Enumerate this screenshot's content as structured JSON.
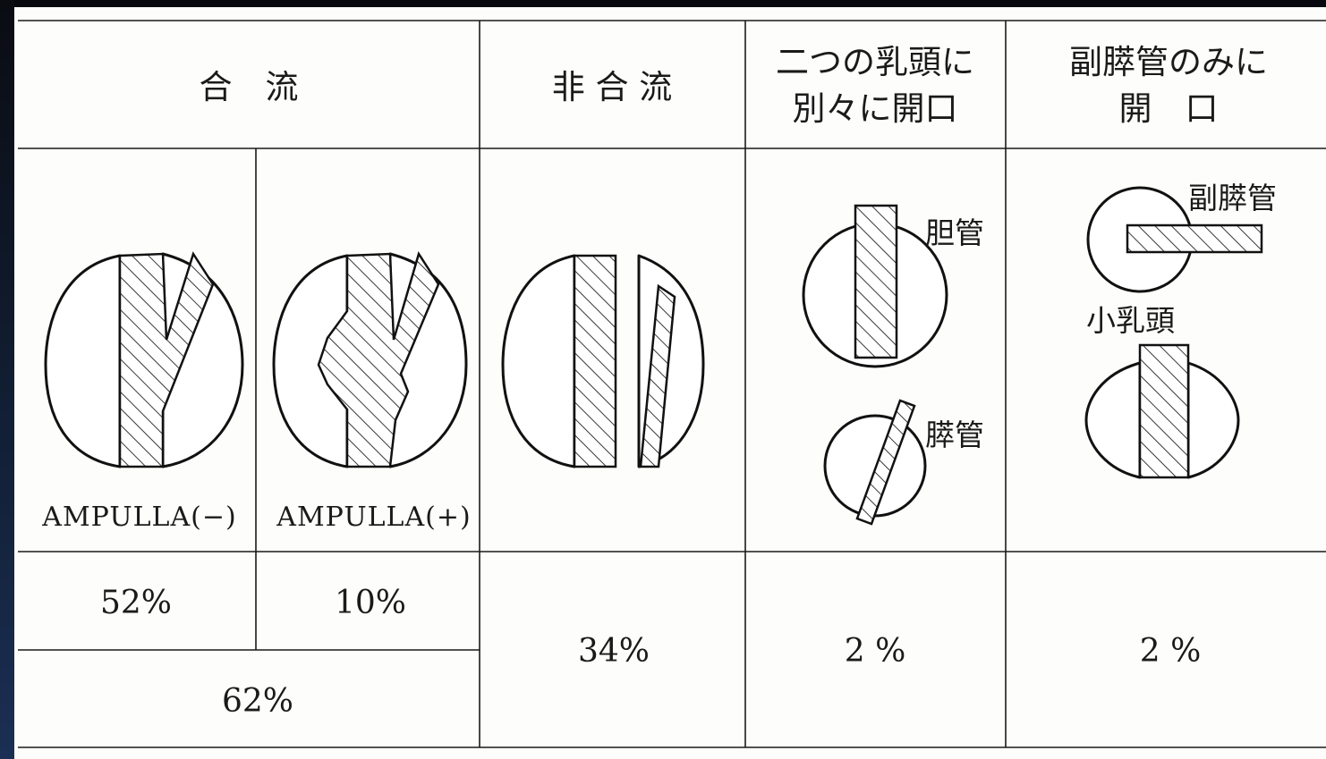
{
  "headers": {
    "confluence": "合　流",
    "non_confluence": "非 合 流",
    "separate_line1": "二つの乳頭に",
    "separate_line2": "別々に開口",
    "accessory_line1": "副膵管のみに",
    "accessory_line2": "開　口"
  },
  "labels": {
    "ampulla_minus": "AMPULLA(−)",
    "ampulla_plus": "AMPULLA(+)",
    "bile_duct": "胆管",
    "pancreatic_duct": "膵管",
    "accessory_duct": "副膵管",
    "minor_papilla": "小乳頭"
  },
  "percentages": {
    "ampulla_minus": "52%",
    "ampulla_plus": "10%",
    "confluence_total": "62%",
    "non_confluence": "34%",
    "separate": "2 %",
    "accessory": "2 %"
  }
}
